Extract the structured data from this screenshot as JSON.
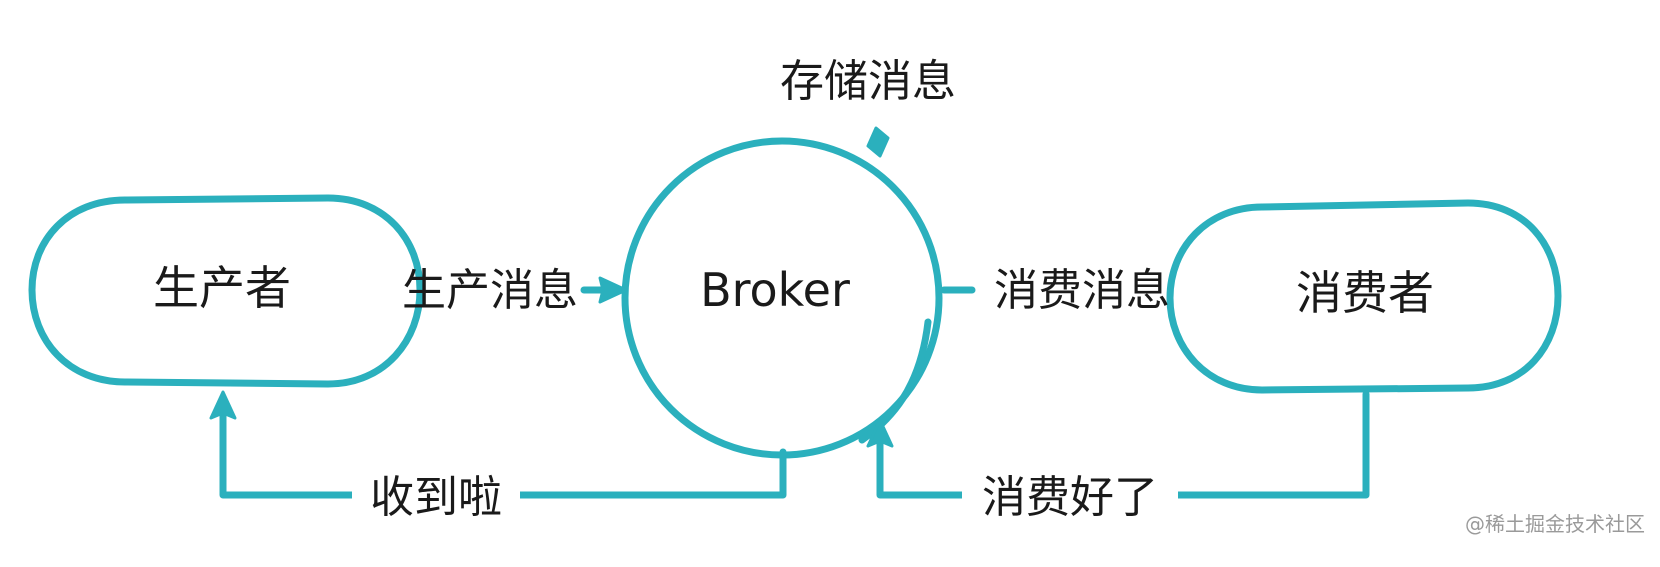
{
  "nodes": {
    "producer": "生产者",
    "broker": "Broker",
    "consumer": "消费者"
  },
  "edges": {
    "store": "存储消息",
    "produce": "生产消息",
    "consume": "消费消息",
    "received": "收到啦",
    "consumed": "消费好了"
  },
  "watermark": "@稀土掘金技术社区",
  "colors": {
    "stroke": "#2bb0bd",
    "text": "#1a1a1a"
  }
}
